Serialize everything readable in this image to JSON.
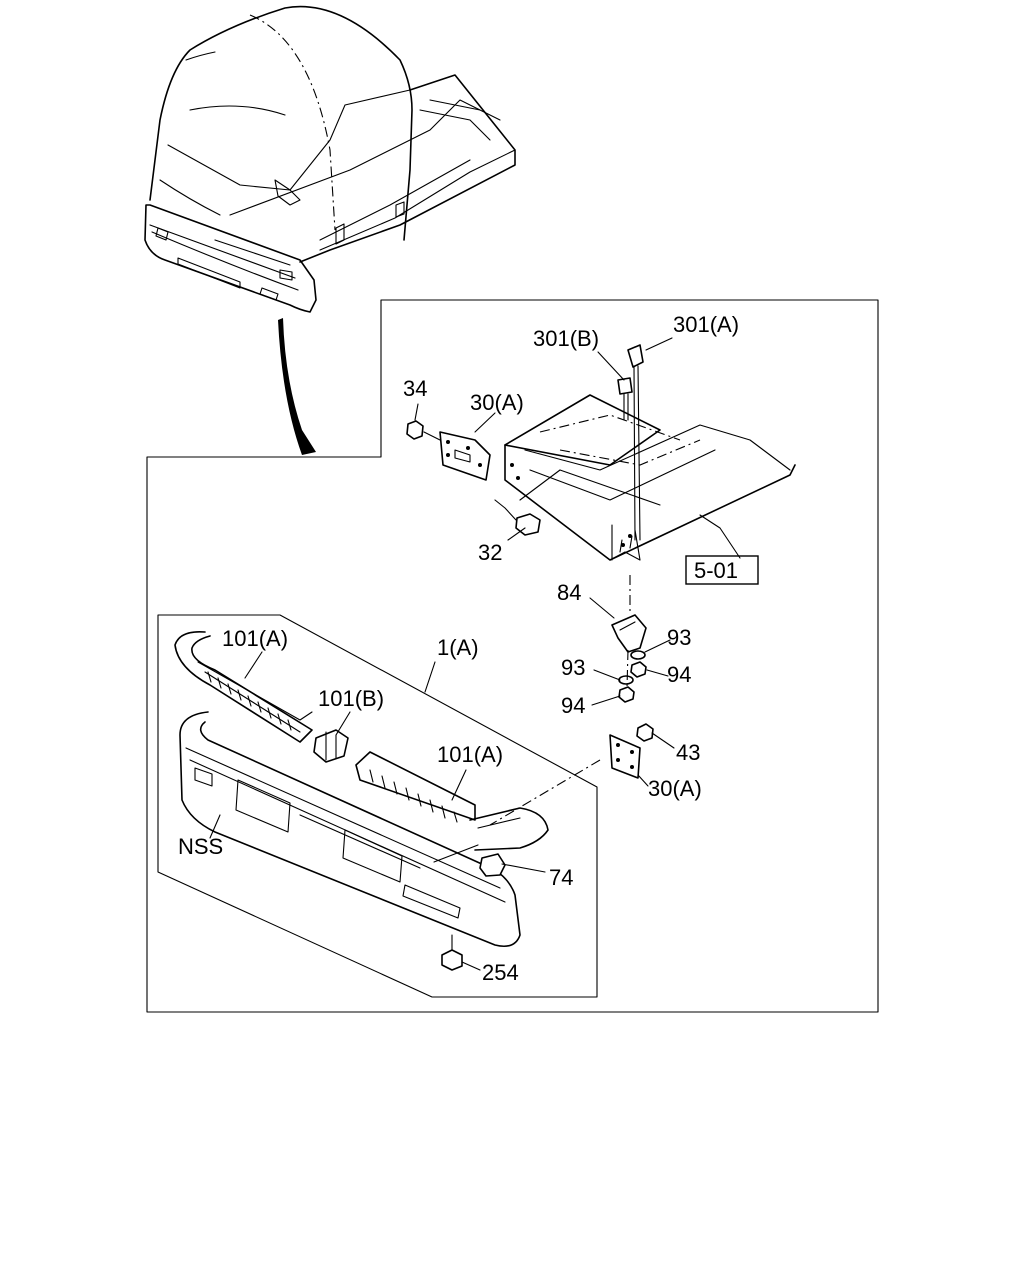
{
  "diagram": {
    "callouts": {
      "c301a": "301(A)",
      "c301b": "301(B)",
      "c34": "34",
      "c30a_top": "30(A)",
      "c32": "32",
      "c501": "5-01",
      "c84": "84",
      "c93_right": "93",
      "c94_right": "94",
      "c93_left": "93",
      "c94_left": "94",
      "c43": "43",
      "c30a_bottom": "30(A)",
      "c1a": "1(A)",
      "c101a_left": "101(A)",
      "c101b": "101(B)",
      "c101a_right": "101(A)",
      "cnss": "NSS",
      "c74": "74",
      "c254": "254"
    }
  }
}
